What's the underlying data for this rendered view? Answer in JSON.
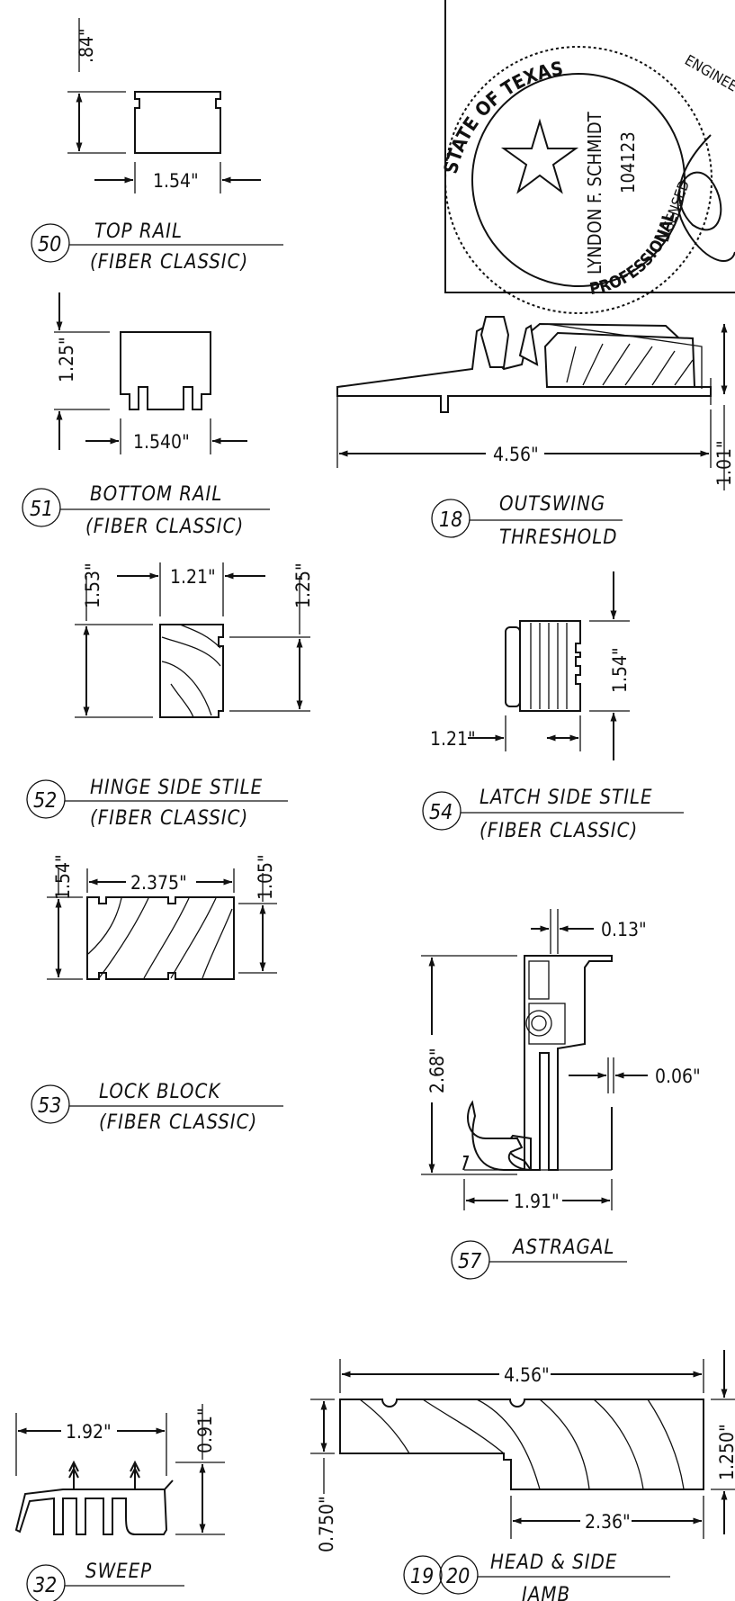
{
  "details": [
    {
      "id": "top-rail",
      "number": "50",
      "title": "TOP RAIL",
      "subtitle": "(FIBER CLASSIC)",
      "dims": [
        ".84\"",
        "1.54\""
      ]
    },
    {
      "id": "bottom-rail",
      "number": "51",
      "title": "BOTTOM RAIL",
      "subtitle": "(FIBER CLASSIC)",
      "dims": [
        "1.25\"",
        "1.540\""
      ]
    },
    {
      "id": "outswing-threshold",
      "number": "18",
      "title": "OUTSWING",
      "subtitle": "THRESHOLD",
      "dims": [
        "4.56\"",
        "1.01\""
      ]
    },
    {
      "id": "hinge-side-stile",
      "number": "52",
      "title": "HINGE SIDE STILE",
      "subtitle": "(FIBER CLASSIC)",
      "dims": [
        "1.53\"",
        "1.21\"",
        "1.25\""
      ]
    },
    {
      "id": "latch-side-stile",
      "number": "54",
      "title": "LATCH SIDE STILE",
      "subtitle": "(FIBER CLASSIC)",
      "dims": [
        "1.54\"",
        "1.21\""
      ]
    },
    {
      "id": "lock-block",
      "number": "53",
      "title": "LOCK BLOCK",
      "subtitle": "(FIBER CLASSIC)",
      "dims": [
        "1.54\"",
        "2.375\"",
        "1.05\""
      ]
    },
    {
      "id": "astragal",
      "number": "57",
      "title": "ASTRAGAL",
      "subtitle": "",
      "dims": [
        "0.13\"",
        "2.68\"",
        "0.06\"",
        "1.91\""
      ]
    },
    {
      "id": "sweep",
      "number": "32",
      "title": "SWEEP",
      "subtitle": "",
      "dims": [
        "1.92\"",
        "0.91\""
      ]
    },
    {
      "id": "head-side-jamb",
      "numbers": [
        "19",
        "20"
      ],
      "title": "HEAD & SIDE",
      "subtitle": "JAMB",
      "dims": [
        "4.56\"",
        "1.250\"",
        "0.750\"",
        "2.36\""
      ]
    }
  ],
  "seal": {
    "top_text": "STATE OF TEXAS",
    "name": "LYNDON F. SCHMIDT",
    "license": "104123",
    "license_text": "LICENSED",
    "engineer_text": "ENGINEER",
    "bottom_text": "PROFESSIONAL"
  }
}
